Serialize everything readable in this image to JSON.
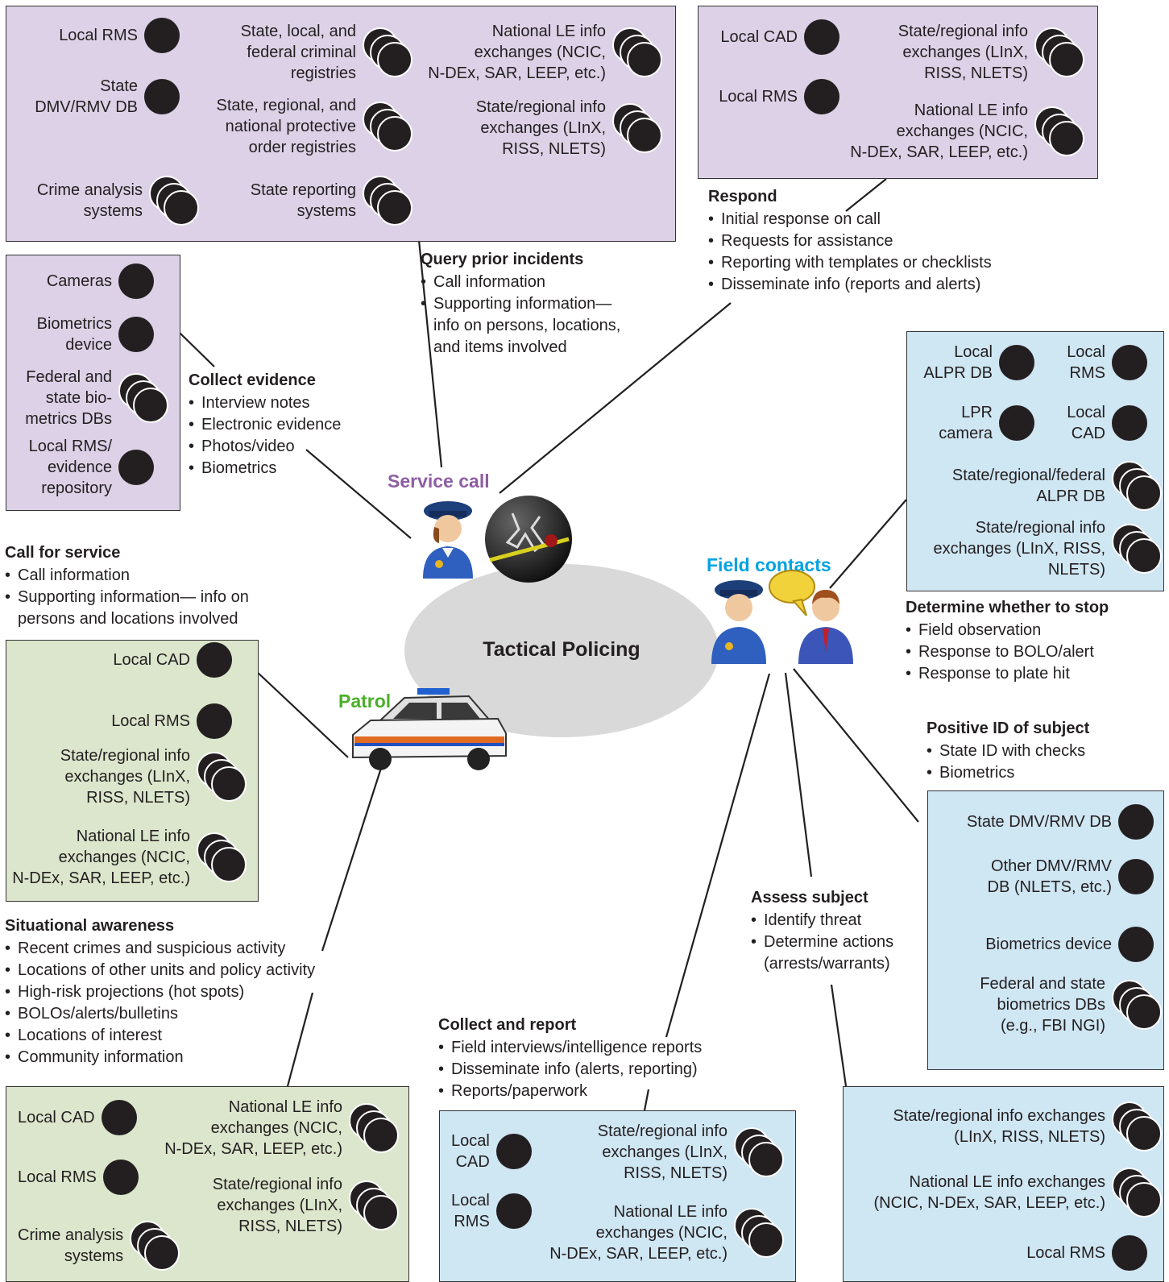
{
  "colors": {
    "service_call": "#8e5ea2",
    "field_contacts": "#00a3e0",
    "patrol": "#4caf2a"
  },
  "center": {
    "label": "Tactical Policing"
  },
  "hubs": {
    "service_call": "Service call",
    "field_contacts": "Field contacts",
    "patrol": "Patrol"
  },
  "icons": {
    "service": "police-officer-icon",
    "crime_scene": "crime-scene-icon",
    "field": "officer-with-citizen-icon",
    "patrol": "police-car-icon"
  },
  "boxes": {
    "query_db": {
      "items": [
        {
          "label": "Local RMS",
          "multi": false
        },
        {
          "label": "State\nDMV/RMV DB",
          "multi": false
        },
        {
          "label": "Crime analysis\nsystems",
          "multi": true
        },
        {
          "label": "State, local, and\nfederal criminal\nregistries",
          "multi": true
        },
        {
          "label": "State, regional, and\nnational protective\norder registries",
          "multi": true
        },
        {
          "label": "State reporting\nsystems",
          "multi": true
        },
        {
          "label": "National LE info\nexchanges (NCIC,\nN-DEx, SAR, LEEP, etc.)",
          "multi": true
        },
        {
          "label": "State/regional info\nexchanges (LInX,\nRISS, NLETS)",
          "multi": true
        }
      ]
    },
    "respond_db": {
      "items": [
        {
          "label": "Local CAD",
          "multi": false
        },
        {
          "label": "Local RMS",
          "multi": false
        },
        {
          "label": "State/regional info\nexchanges (LInX,\nRISS, NLETS)",
          "multi": true
        },
        {
          "label": "National LE info\nexchanges (NCIC,\nN-DEx, SAR, LEEP, etc.)",
          "multi": true
        }
      ]
    },
    "evidence_db": {
      "items": [
        {
          "label": "Cameras",
          "multi": false
        },
        {
          "label": "Biometrics\ndevice",
          "multi": false
        },
        {
          "label": "Federal and\nstate bio-\nmetrics DBs",
          "multi": true
        },
        {
          "label": "Local RMS/\nevidence\nrepository",
          "multi": false
        }
      ]
    },
    "stop_db": {
      "items": [
        {
          "label": "Local\nALPR DB",
          "multi": false
        },
        {
          "label": "Local\nRMS",
          "multi": false
        },
        {
          "label": "LPR\ncamera",
          "multi": false
        },
        {
          "label": "Local\nCAD",
          "multi": false
        },
        {
          "label": "State/regional/federal\nALPR DB",
          "multi": true
        },
        {
          "label": "State/regional info\nexchanges (LInX, RISS,\nNLETS)",
          "multi": true
        }
      ]
    },
    "callservice_db": {
      "items": [
        {
          "label": "Local CAD",
          "multi": false
        },
        {
          "label": "Local RMS",
          "multi": false
        },
        {
          "label": "State/regional info\nexchanges (LInX,\nRISS, NLETS)",
          "multi": true
        },
        {
          "label": "National LE info\nexchanges (NCIC,\nN-DEx, SAR, LEEP, etc.)",
          "multi": true
        }
      ]
    },
    "posid_db": {
      "items": [
        {
          "label": "State DMV/RMV DB",
          "multi": false
        },
        {
          "label": "Other DMV/RMV\nDB (NLETS, etc.)",
          "multi": false
        },
        {
          "label": "Biometrics device",
          "multi": false
        },
        {
          "label": "Federal and state\nbiometrics DBs\n(e.g., FBI NGI)",
          "multi": true
        }
      ]
    },
    "situational_db": {
      "items": [
        {
          "label": "Local CAD",
          "multi": false
        },
        {
          "label": "Local RMS",
          "multi": false
        },
        {
          "label": "Crime analysis\nsystems",
          "multi": true
        },
        {
          "label": "National LE info\nexchanges (NCIC,\nN-DEx, SAR, LEEP, etc.)",
          "multi": true
        },
        {
          "label": "State/regional info\nexchanges (LInX,\nRISS, NLETS)",
          "multi": true
        }
      ]
    },
    "collect_report_db": {
      "items": [
        {
          "label": "Local\nCAD",
          "multi": false
        },
        {
          "label": "Local\nRMS",
          "multi": false
        },
        {
          "label": "State/regional info\nexchanges (LInX,\nRISS, NLETS)",
          "multi": true
        },
        {
          "label": "National LE info\nexchanges (NCIC,\nN-DEx, SAR, LEEP, etc.)",
          "multi": true
        }
      ]
    },
    "assess_db": {
      "items": [
        {
          "label": "State/regional info exchanges\n(LInX, RISS, NLETS)",
          "multi": true
        },
        {
          "label": "National LE info exchanges\n(NCIC, N-DEx, SAR, LEEP, etc.)",
          "multi": true
        },
        {
          "label": "Local RMS",
          "multi": false
        }
      ]
    }
  },
  "texts": {
    "query": {
      "heading": "Query prior incidents",
      "bullets": [
        "Call information",
        "Supporting information—\ninfo on persons, locations,\nand items involved"
      ]
    },
    "respond": {
      "heading": "Respond",
      "bullets": [
        "Initial response on call",
        "Requests for assistance",
        "Reporting with templates or checklists",
        "Disseminate info (reports and alerts)"
      ]
    },
    "collect_evidence": {
      "heading": "Collect evidence",
      "bullets": [
        "Interview notes",
        "Electronic evidence",
        "Photos/video",
        "Biometrics"
      ]
    },
    "call_for_service": {
      "heading": "Call for service",
      "bullets": [
        "Call information",
        "Supporting information— info on\npersons and locations involved"
      ]
    },
    "determine_stop": {
      "heading": "Determine whether to stop",
      "bullets": [
        "Field observation",
        "Response to BOLO/alert",
        "Response to plate hit"
      ]
    },
    "positive_id": {
      "heading": "Positive ID of subject",
      "bullets": [
        "State ID with checks",
        "Biometrics"
      ]
    },
    "assess": {
      "heading": "Assess subject",
      "bullets": [
        "Identify threat",
        "Determine actions\n(arrests/warrants)"
      ]
    },
    "situational": {
      "heading": "Situational awareness",
      "bullets": [
        "Recent crimes and suspicious activity",
        "Locations of other units and policy activity",
        "High-risk projections (hot spots)",
        "BOLOs/alerts/bulletins",
        "Locations of interest",
        "Community information"
      ]
    },
    "collect_report": {
      "heading": "Collect and report",
      "bullets": [
        "Field interviews/intelligence reports",
        "Disseminate info (alerts, reporting)",
        "Reports/paperwork"
      ]
    }
  }
}
